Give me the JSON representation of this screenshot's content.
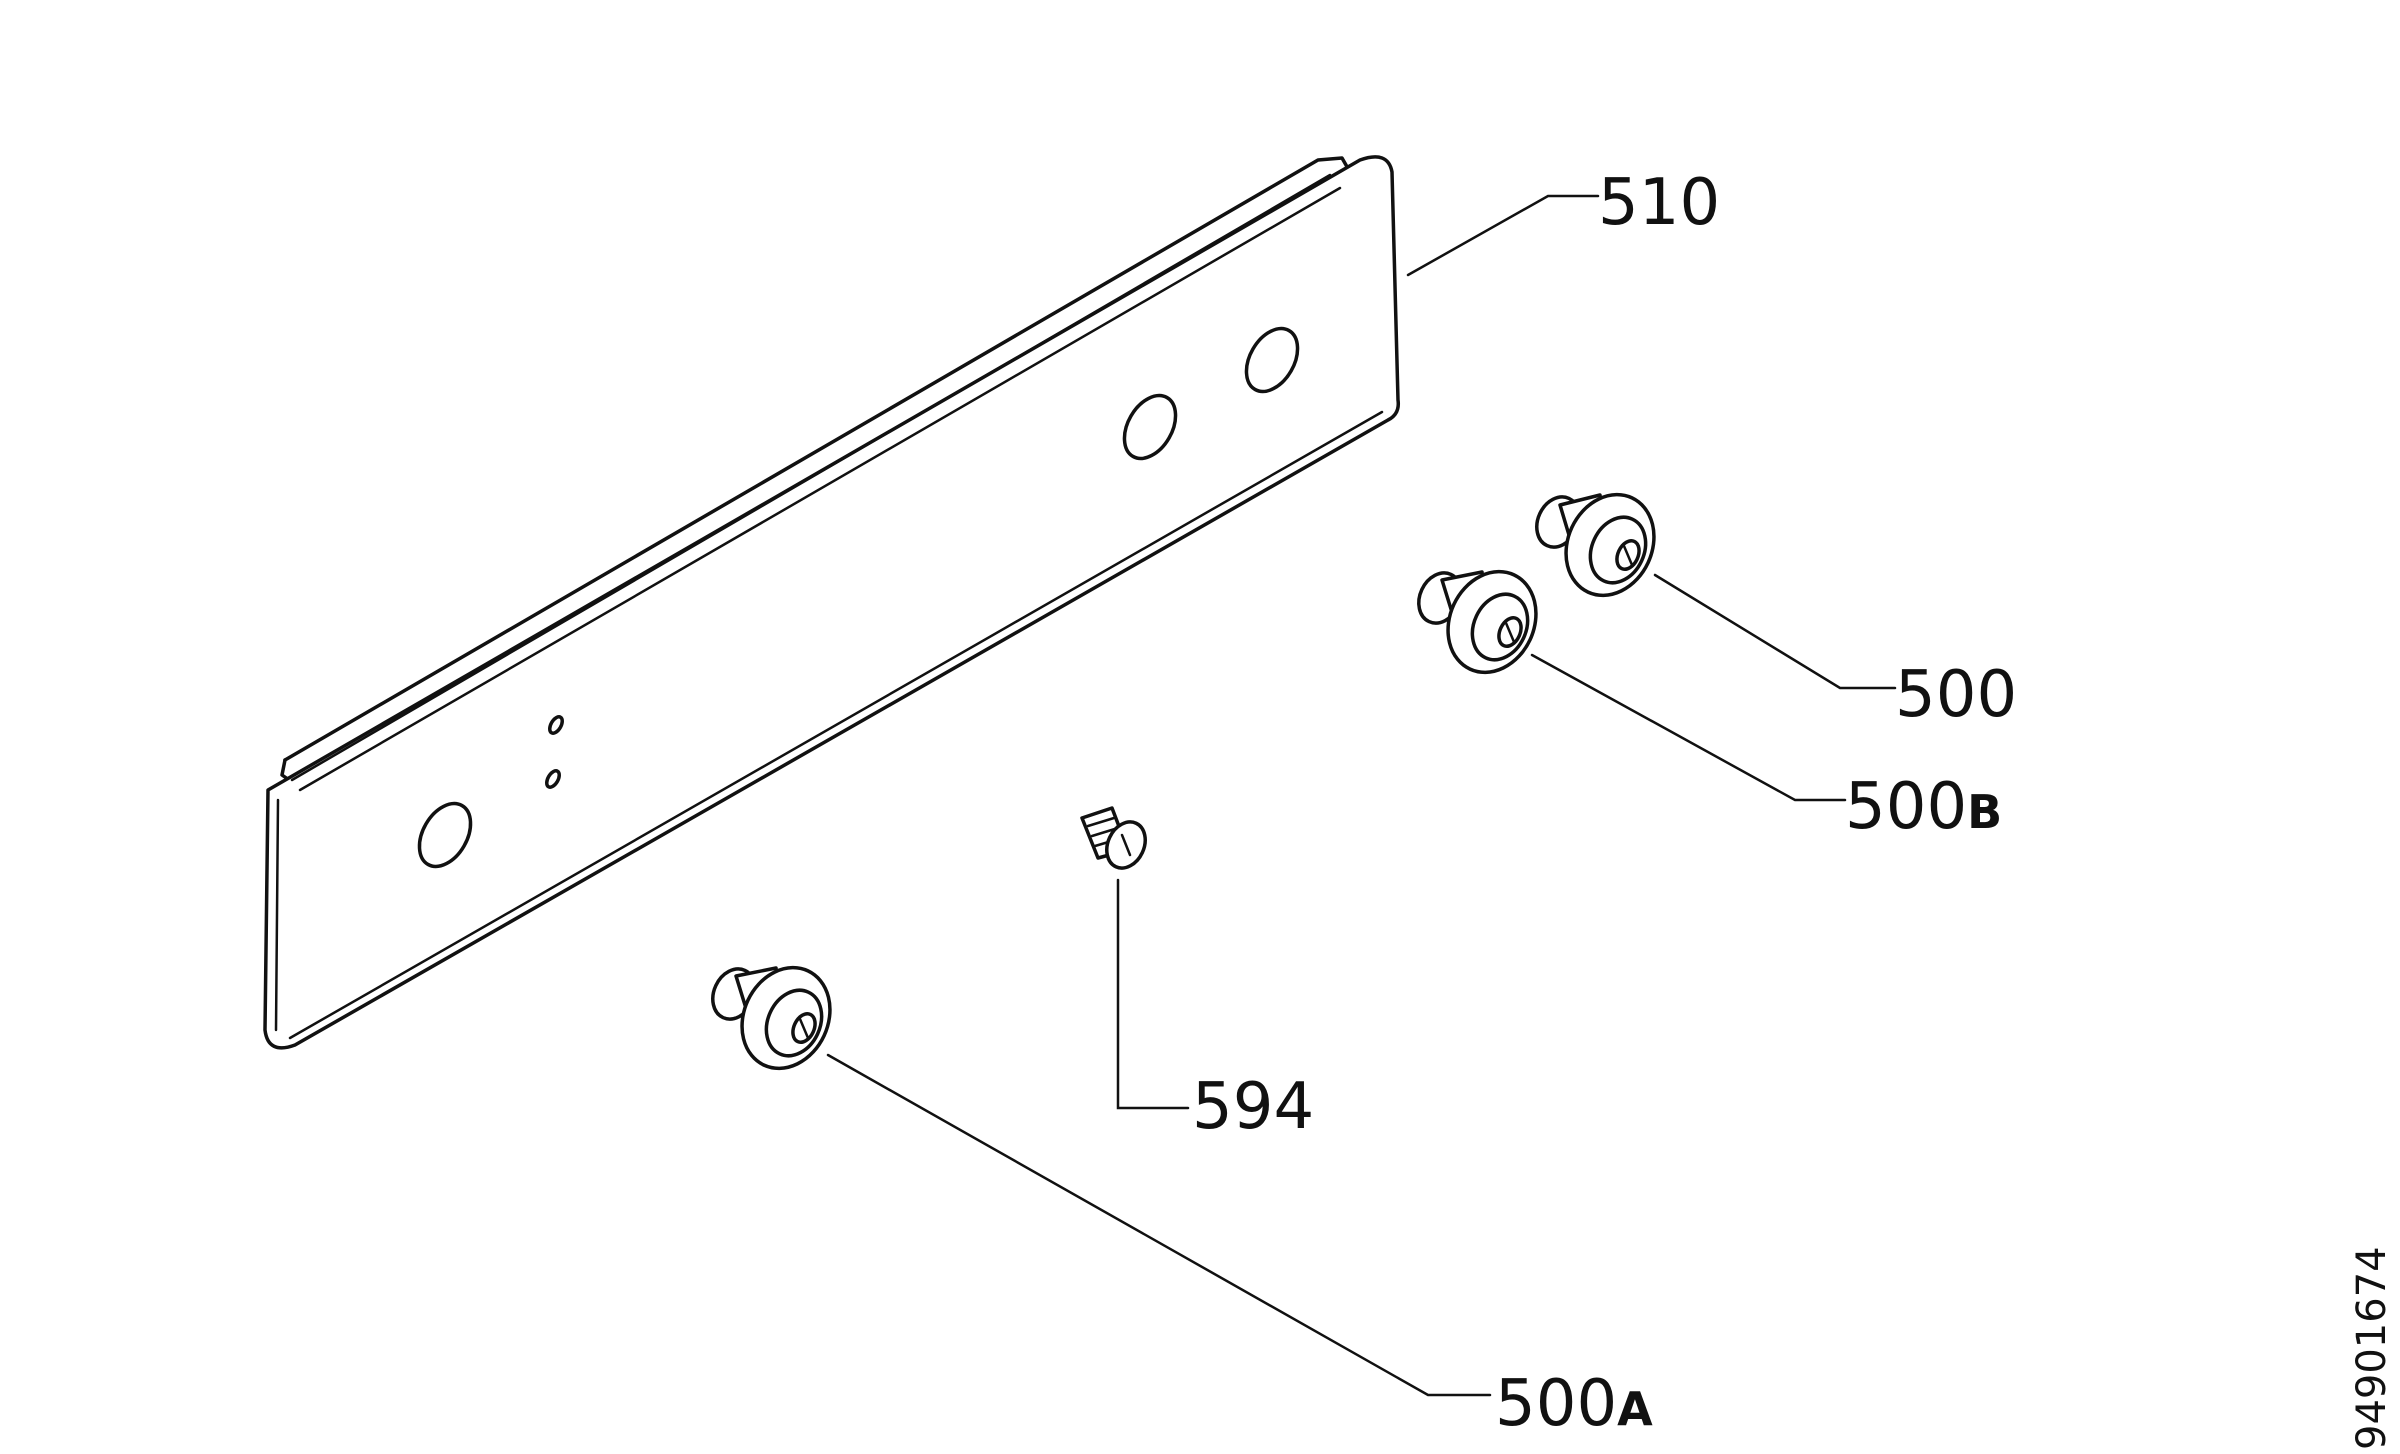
{
  "diagram": {
    "callouts": [
      {
        "id": "510",
        "number": "510",
        "suffix": ""
      },
      {
        "id": "500",
        "number": "500",
        "suffix": ""
      },
      {
        "id": "500b",
        "number": "500",
        "suffix": "B"
      },
      {
        "id": "594",
        "number": "594",
        "suffix": ""
      },
      {
        "id": "500a",
        "number": "500",
        "suffix": "A"
      }
    ],
    "drawing_number": "94901674"
  }
}
